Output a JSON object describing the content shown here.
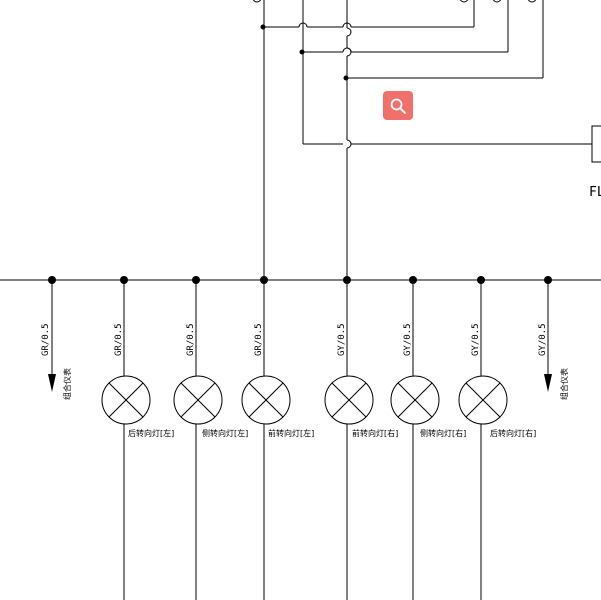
{
  "diagram": {
    "fuse_label": "FL",
    "left_group": {
      "wire_code": "GR/0.5",
      "to_cluster": "组合仪表",
      "lamps": [
        {
          "label": "后转向灯[左]",
          "wire": "GR/0.5"
        },
        {
          "label": "侧转向灯[左]",
          "wire": "GR/0.5"
        },
        {
          "label": "前转向灯[左]",
          "wire": "GR/0.5"
        }
      ]
    },
    "right_group": {
      "wire_code": "GY/0.5",
      "to_cluster": "组合仪表",
      "lamps": [
        {
          "label": "前转向灯[右]",
          "wire": "GY/0.5"
        },
        {
          "label": "侧转向灯[右]",
          "wire": "GY/0.5"
        },
        {
          "label": "后转向灯[右]",
          "wire": "GY/0.5"
        }
      ]
    }
  },
  "toolbar": {
    "search_icon": "magnifier-icon",
    "accent_color": "#f0706c"
  }
}
